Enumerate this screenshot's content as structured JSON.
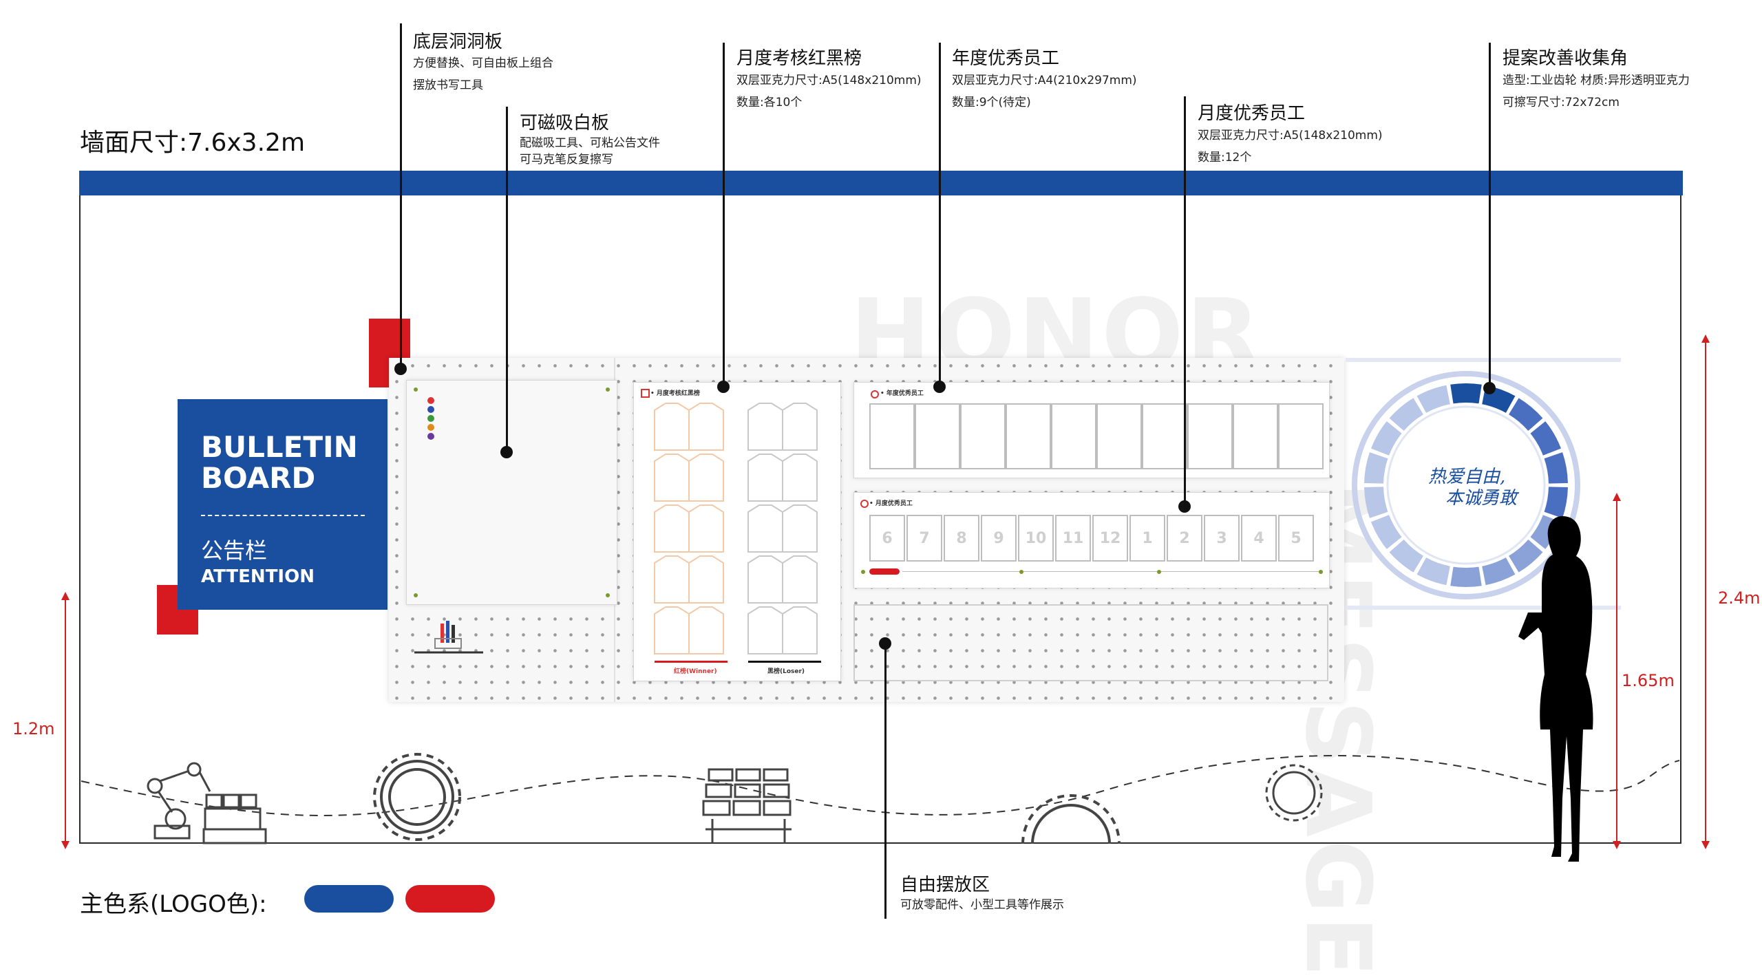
{
  "wall": {
    "size_label": "墙面尺寸:7.6x3.2m",
    "height_left": "1.2m",
    "height_mid": "1.65m",
    "height_right": "2.4m"
  },
  "colors": {
    "brand_blue": "#1a4fa0",
    "brand_red": "#d71920",
    "dimension_red": "#d02020"
  },
  "annotations": {
    "pegboard": {
      "title": "底层洞洞板",
      "lines": [
        "方便替换、可自由板上组合",
        "摆放书写工具"
      ]
    },
    "whiteboard": {
      "title": "可磁吸白板",
      "lines": [
        "配磁吸工具、可粘公告文件",
        "可马克笔反复擦写"
      ]
    },
    "monthly_ranking": {
      "title": "月度考核红黑榜",
      "lines": [
        "双层亚克力尺寸:A5(148x210mm)",
        "数量:各10个"
      ]
    },
    "annual_staff": {
      "title": "年度优秀员工",
      "lines": [
        "双层亚克力尺寸:A4(210x297mm)",
        "数量:9个(待定)"
      ]
    },
    "monthly_staff": {
      "title": "月度优秀员工",
      "lines": [
        "双层亚克力尺寸:A5(148x210mm)",
        "数量:12个"
      ]
    },
    "proposal": {
      "title": "提案改善收集角",
      "lines": [
        "造型:工业齿轮 材质:异形透明亚克力",
        "可擦写尺寸:72x72cm"
      ]
    },
    "free_area": {
      "title": "自由摆放区",
      "lines": [
        "可放零配件、小型工具等作展示"
      ]
    }
  },
  "bulletin": {
    "title_line1": "BULLETIN",
    "title_line2": "BOARD",
    "subtitle_cn": "公告栏",
    "subtitle_en": "ATTENTION"
  },
  "boards": {
    "ranking_header": "• 月度考核红黑榜",
    "red_label": "红榜(Winner)",
    "black_label": "黑榜(Loser)",
    "annual_header": "• 年度优秀员工",
    "monthly_header": "• 月度优秀员工",
    "monthly_numbers": [
      "6",
      "7",
      "8",
      "9",
      "10",
      "11",
      "12",
      "1",
      "2",
      "3",
      "4",
      "5"
    ]
  },
  "background_text": {
    "honor": "HONOR",
    "message": "MESSAGE"
  },
  "gear_slogan": {
    "line1": "热爱自由,",
    "line2": "本诚勇敢"
  },
  "legend": {
    "label": "主色系(LOGO色):"
  }
}
